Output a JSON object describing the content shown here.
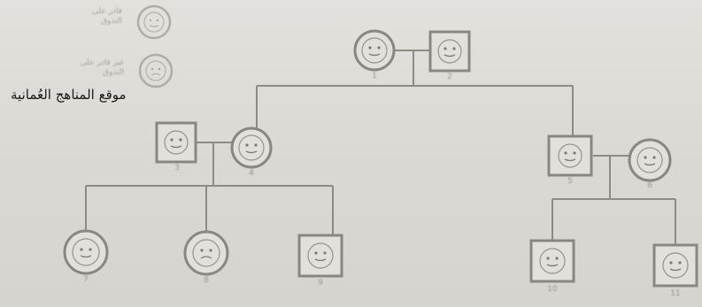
{
  "watermark": "موقع المناهج العُمانية",
  "legend": [
    {
      "symbol": "circle",
      "text": "قادر على التذوق"
    },
    {
      "symbol": "circle",
      "text": "غير قادر على التذوق"
    }
  ],
  "pedigree": {
    "individuals": [
      {
        "id": "1",
        "label": "1",
        "sex": "female"
      },
      {
        "id": "2",
        "label": "2",
        "sex": "male"
      },
      {
        "id": "3",
        "label": "3",
        "sex": "male"
      },
      {
        "id": "4",
        "label": "4",
        "sex": "female"
      },
      {
        "id": "5",
        "label": "5",
        "sex": "male"
      },
      {
        "id": "6",
        "label": "6",
        "sex": "female"
      },
      {
        "id": "7",
        "label": "7",
        "sex": "female"
      },
      {
        "id": "8",
        "label": "8",
        "sex": "female"
      },
      {
        "id": "9",
        "label": "9",
        "sex": "male"
      },
      {
        "id": "10",
        "label": "10",
        "sex": "male"
      },
      {
        "id": "11",
        "label": "11",
        "sex": "male"
      }
    ],
    "couples": [
      [
        "1",
        "2"
      ],
      [
        "3",
        "4"
      ],
      [
        "5",
        "6"
      ]
    ]
  },
  "colors": {
    "line": "#8e8b85",
    "symbol_stroke": "#8a8782",
    "symbol_fill": "#e2e0dc"
  }
}
